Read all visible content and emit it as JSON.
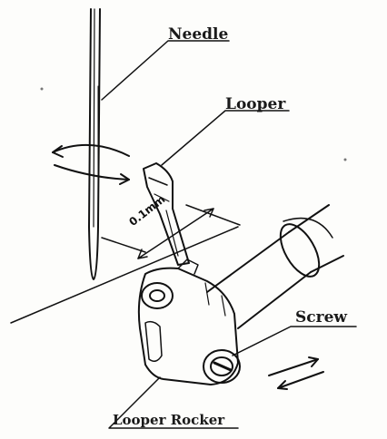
{
  "labels": {
    "needle": "Needle",
    "looper": "Looper",
    "screw": "Screw",
    "looper_rocker": "Looper Rocker"
  },
  "dimension": {
    "gap": "0.1mm"
  }
}
